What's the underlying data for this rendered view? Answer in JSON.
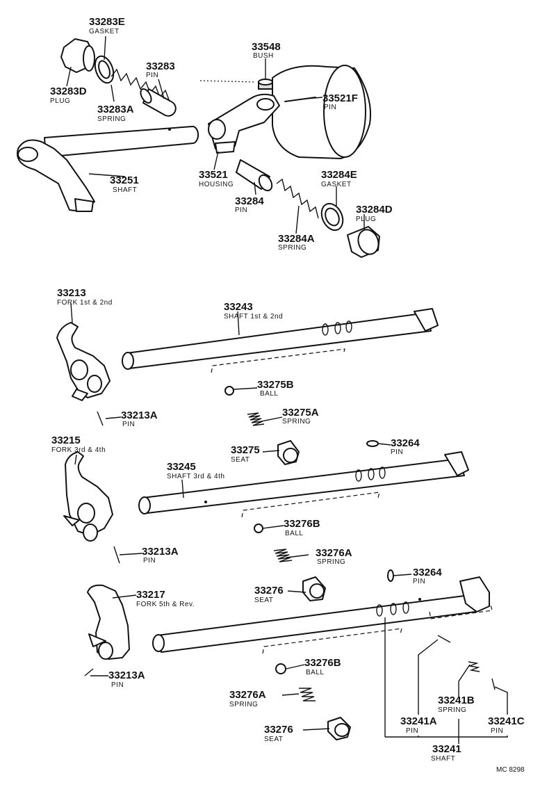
{
  "labels": {
    "l_33283E": {
      "num": "33283E",
      "sub": "GASKET"
    },
    "l_33283D": {
      "num": "33283D",
      "sub": "PLUG"
    },
    "l_33283": {
      "num": "33283",
      "sub": "PIN"
    },
    "l_33283A": {
      "num": "33283A",
      "sub": "SPRING"
    },
    "l_33548": {
      "num": "33548",
      "sub": "BUSH"
    },
    "l_33521F": {
      "num": "33521F",
      "sub": "PIN"
    },
    "l_33251": {
      "num": "33251",
      "sub": "SHAFT"
    },
    "l_33521": {
      "num": "33521",
      "sub": "HOUSING"
    },
    "l_33284": {
      "num": "33284",
      "sub": "PIN"
    },
    "l_33284E": {
      "num": "33284E",
      "sub": "GASKET"
    },
    "l_33284D": {
      "num": "33284D",
      "sub": "PLUG"
    },
    "l_33284A": {
      "num": "33284A",
      "sub": "SPRING"
    },
    "l_33213": {
      "num": "33213",
      "sub": "FORK 1st & 2nd"
    },
    "l_33243": {
      "num": "33243",
      "sub": "SHAFT  1st & 2nd"
    },
    "l_33275B": {
      "num": "33275B",
      "sub": "BALL"
    },
    "l_33213A_1": {
      "num": "33213A",
      "sub": "PIN"
    },
    "l_33275A": {
      "num": "33275A",
      "sub": "SPRING"
    },
    "l_33215": {
      "num": "33215",
      "sub": "FORK 3rd & 4th"
    },
    "l_33275": {
      "num": "33275",
      "sub": "SEAT"
    },
    "l_33264_1": {
      "num": "33264",
      "sub": "PIN"
    },
    "l_33245": {
      "num": "33245",
      "sub": "SHAFT  3rd & 4th"
    },
    "l_33276B_1": {
      "num": "33276B",
      "sub": "BALL"
    },
    "l_33213A_2": {
      "num": "33213A",
      "sub": "PIN"
    },
    "l_33276A_1": {
      "num": "33276A",
      "sub": "SPRING"
    },
    "l_33264_2": {
      "num": "33264",
      "sub": "PIN"
    },
    "l_33217": {
      "num": "33217",
      "sub": "FORK 5th & Rev."
    },
    "l_33276_1": {
      "num": "33276",
      "sub": "SEAT"
    },
    "l_33276B_2": {
      "num": "33276B",
      "sub": "BALL"
    },
    "l_33213A_3": {
      "num": "33213A",
      "sub": "PIN"
    },
    "l_33241B": {
      "num": "33241B",
      "sub": "SPRING"
    },
    "l_33276A_2": {
      "num": "33276A",
      "sub": "SPRING"
    },
    "l_33241A": {
      "num": "33241A",
      "sub": "PIN"
    },
    "l_33241C": {
      "num": "33241C",
      "sub": "PIN"
    },
    "l_33276_2": {
      "num": "33276",
      "sub": "SEAT"
    },
    "l_33241": {
      "num": "33241",
      "sub": "SHAFT"
    }
  },
  "footer": {
    "code": "MC 8298"
  }
}
